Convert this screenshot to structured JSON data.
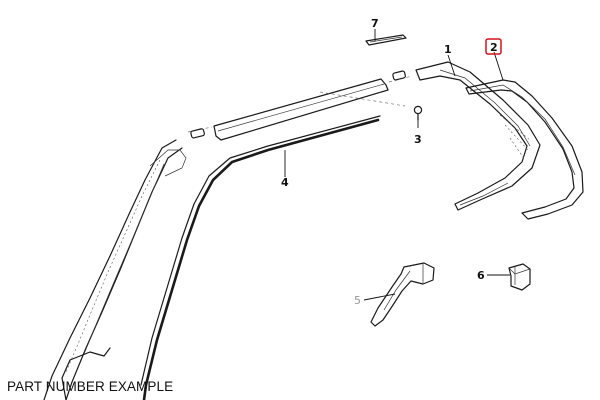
{
  "callouts": {
    "part_1": "1",
    "part_2": "2",
    "part_3": "3",
    "part_4": "4",
    "part_5": "5",
    "part_6": "6",
    "part_7": "7"
  },
  "highlight_color": "#d8101c",
  "caption": "PART NUMBER EXAMPLE"
}
